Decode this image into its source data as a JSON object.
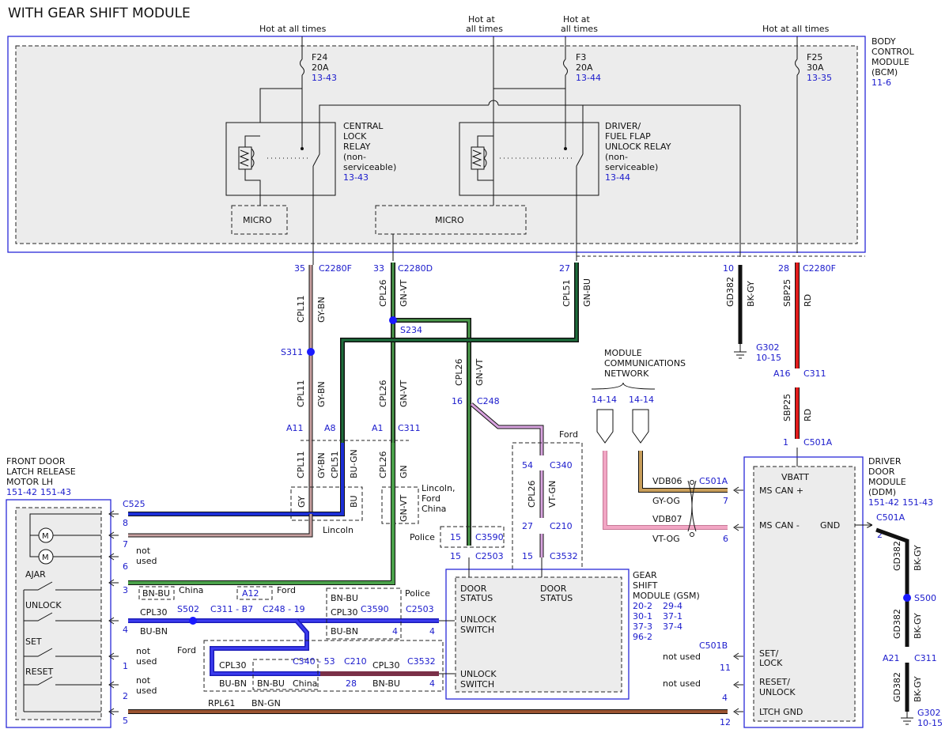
{
  "title": "WITH GEAR SHIFT MODULE",
  "power": {
    "hot1": "Hot at all times",
    "hot2a": "Hot at",
    "hot2b": "all times",
    "hot3a": "Hot at",
    "hot3b": "all times",
    "hot4": "Hot at all times"
  },
  "fuses": [
    {
      "name": "F24",
      "amps": "20A",
      "ref": "13-43"
    },
    {
      "name": "F3",
      "amps": "20A",
      "ref": "13-44"
    },
    {
      "name": "F25",
      "amps": "30A",
      "ref": "13-35"
    }
  ],
  "bcm": {
    "l1": "BODY",
    "l2": "CONTROL",
    "l3": "MODULE",
    "l4": "(BCM)",
    "ref": "11-6"
  },
  "relay1": {
    "l1": "CENTRAL",
    "l2": "LOCK",
    "l3": "RELAY",
    "l4": "(non-",
    "l5": "serviceable)",
    "ref": "13-43"
  },
  "relay2": {
    "l1": "DRIVER/",
    "l2": "FUEL FLAP",
    "l3": "UNLOCK RELAY",
    "l4": "(non-",
    "l5": "serviceable)",
    "ref": "13-44"
  },
  "micro": "MICRO",
  "connectors": {
    "p35": "35",
    "c2280f": "C2280F",
    "p33": "33",
    "c2280d": "C2280D",
    "p27": "27",
    "p10": "10",
    "p28": "28",
    "c2280f2": "C2280F",
    "s311": "S311",
    "s234": "S234",
    "a11": "A11",
    "a8": "A8",
    "a1": "A1",
    "c311": "C311",
    "p16": "16",
    "c248": "C248",
    "ford": "Ford",
    "p54": "54",
    "c340": "C340",
    "p27b": "27",
    "c210": "C210",
    "p15a": "15",
    "c3590": "C3590",
    "p15b": "15",
    "c2503": "C2503",
    "p15c": "15",
    "c3532": "C3532",
    "police": "Police",
    "g302": "G302",
    "g302ref": "10-15",
    "a16": "A16",
    "c311b": "C311",
    "p1": "1",
    "c501a": "C501A",
    "lincoln": "Lincoln",
    "lincolnford1": "Lincoln,",
    "lincolnford2": "Ford",
    "lincolnford3": "China"
  },
  "wires": {
    "cpl11": "CPL11",
    "gybn": "GY-BN",
    "cpl26": "CPL26",
    "gnvt": "GN-VT",
    "cpl51": "CPL51",
    "gnbu": "GN-BU",
    "gd382": "GD382",
    "bkgy": "BK-GY",
    "sbp25": "SBP25",
    "rd": "RD",
    "bugn": "BU-GN",
    "gn": "GN",
    "gy": "GY",
    "bu": "BU",
    "vtgn": "VT-GN"
  },
  "mcn": {
    "l1": "MODULE",
    "l2": "COMMUNICATIONS",
    "l3": "NETWORK",
    "r1": "14-14",
    "r2": "14-14"
  },
  "ddm": {
    "l1": "DRIVER",
    "l2": "DOOR",
    "l3": "MODULE",
    "l4": "(DDM)",
    "r1": "151-42",
    "r2": "151-43",
    "vbatt": "VBATT",
    "mscanp": "MS CAN +",
    "mscanm": "MS CAN -",
    "gnd": "GND",
    "setlock1": "SET/",
    "setlock2": "LOCK",
    "reset1": "RESET/",
    "reset2": "UNLOCK",
    "ltch": "LTCH GND",
    "vdb06": "VDB06",
    "gyog": "GY-OG",
    "vdb07": "VDB07",
    "vtog": "VT-OG",
    "c501a": "C501A",
    "p7": "7",
    "p6": "6",
    "c501b": "C501B",
    "p11": "11",
    "p4": "4",
    "p12": "12",
    "notused1": "not used",
    "notused2": "not used",
    "c501a2": "C501A",
    "p2": "2",
    "s500": "S500",
    "a21": "A21",
    "c311": "C311",
    "g302": "G302",
    "g302ref": "10-15"
  },
  "gsm": {
    "l1": "GEAR",
    "l2": "SHIFT",
    "l3": "MODULE (GSM)",
    "refs": [
      "20-2",
      "29-4",
      "30-1",
      "37-1",
      "37-3",
      "37-4",
      "96-2"
    ],
    "ds1a": "DOOR",
    "ds1b": "STATUS",
    "ds2a": "DOOR",
    "ds2b": "STATUS",
    "us1a": "UNLOCK",
    "us1b": "SWITCH",
    "us2a": "UNLOCK",
    "us2b": "SWITCH",
    "p4a": "4",
    "p4b": "4"
  },
  "latch": {
    "l1": "FRONT DOOR",
    "l2": "LATCH RELEASE",
    "l3": "MOTOR LH",
    "r1": "151-42",
    "r2": "151-43",
    "c525": "C525",
    "pins": [
      "8",
      "7",
      "6",
      "3",
      "4",
      "1",
      "2",
      "5"
    ],
    "notused_a": "not",
    "notused_b": "used",
    "ajar": "AJAR",
    "unlock": "UNLOCK",
    "set": "SET",
    "reset": "RESET"
  },
  "harness": {
    "bnbu": "BN-BU",
    "china": "China",
    "a12": "A12",
    "ford": "Ford",
    "police": "Police",
    "cpl30": "CPL30",
    "s502": "S502",
    "c311b7": "C311 - B7",
    "c248_19": "C248 - 19",
    "bubn": "BU-BN",
    "c3590": "C3590",
    "c2503": "C2503",
    "p4": "4",
    "ford2": "Ford",
    "c340_53": "C340 - 53",
    "c210": "C210",
    "c3532": "C3532",
    "p28": "28",
    "rpl61": "RPL61",
    "bngn": "BN-GN"
  }
}
